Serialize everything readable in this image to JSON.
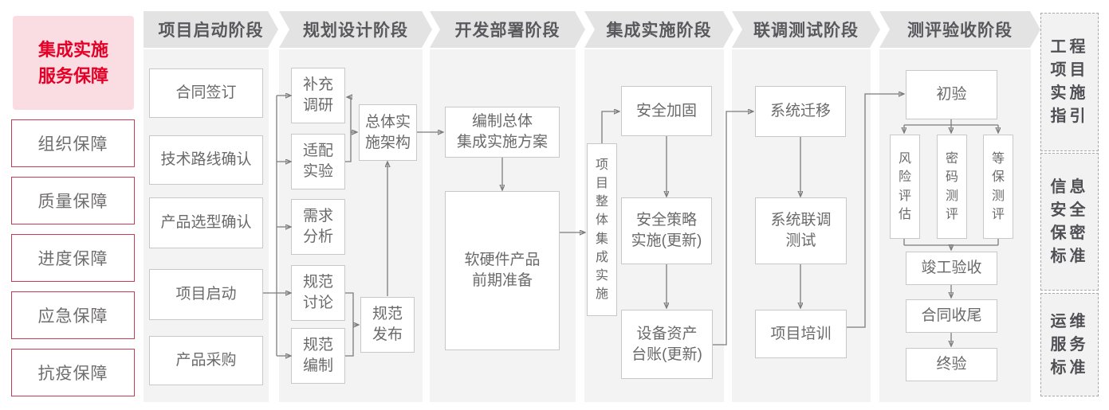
{
  "sidebar": {
    "title": "集成实施\n服务保障",
    "guarantees": [
      "组织保障",
      "质量保障",
      "进度保障",
      "应急保障",
      "抗疫保障"
    ]
  },
  "stages": [
    {
      "header": "项目启动阶段",
      "boxes": [
        "合同签订",
        "技术路线确认",
        "产品选型确认",
        "项目启动",
        "产品采购"
      ]
    },
    {
      "header": "规划设计阶段",
      "boxes": [
        "补充\n调研",
        "适配\n实验",
        "需求\n分析",
        "规范\n讨论",
        "规范\n编制",
        "总体实\n施架构",
        "规范\n发布"
      ]
    },
    {
      "header": "开发部署阶段",
      "boxes": [
        "编制总体\n集成实施方案",
        "软硬件产品\n前期准备"
      ]
    },
    {
      "header": "集成实施阶段",
      "boxes": [
        "项目整体集成实施",
        "安全加固",
        "安全策略\n实施(更新)",
        "设备资产\n台账(更新)"
      ]
    },
    {
      "header": "联调测试阶段",
      "boxes": [
        "系统迁移",
        "系统联调\n测试",
        "项目培训"
      ]
    },
    {
      "header": "测评验收阶段",
      "boxes": [
        "初验",
        "风险评估",
        "密码测评",
        "等保测评",
        "竣工验收",
        "合同收尾",
        "终验"
      ]
    }
  ],
  "references": [
    "工程\n项目\n实施\n指引",
    "信息\n安全\n保密\n标准",
    "运维\n服务\n标准"
  ],
  "colors": {
    "accent_red": "#e60027",
    "pink_bg": "#fadde2",
    "red_border": "#c53a54",
    "panel_bg": "#f4f3f4",
    "banner_bg": "#e4e3e4",
    "box_border": "#c9c8c8",
    "text_gray": "#6b6a6b",
    "connector": "#7c7c7c"
  }
}
